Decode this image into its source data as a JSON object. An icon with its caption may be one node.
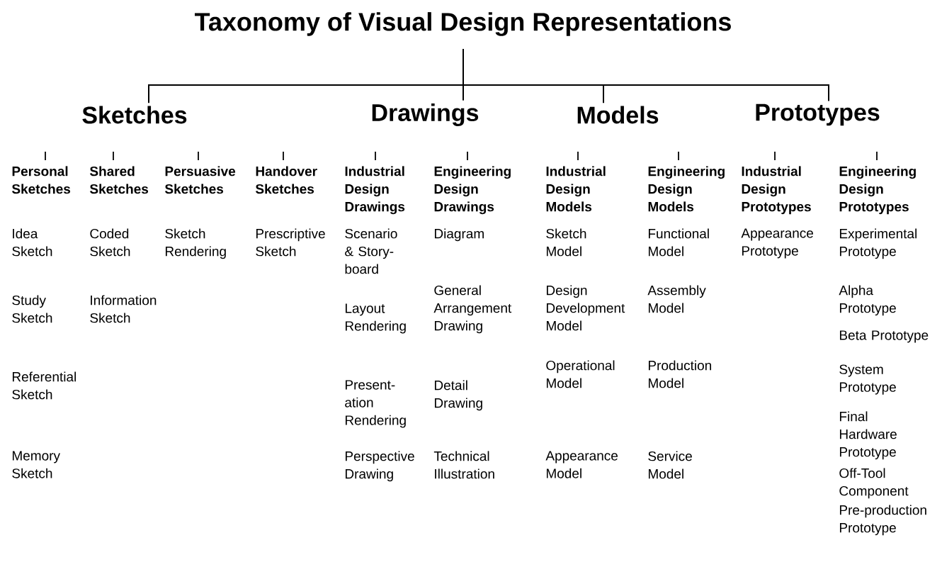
{
  "diagram": {
    "nodes": [
      {
        "text": [
          "Taxonomy of Visual Design Representations"
        ]
      },
      {
        "text": [
          "Sketches"
        ]
      },
      {
        "text": [
          "Drawings"
        ]
      },
      {
        "text": [
          "Models"
        ]
      },
      {
        "text": [
          "Prototypes"
        ]
      },
      {
        "text": [
          "Personal Sketches",
          "Idea Sketch",
          "Study Sketch",
          "Referential Sketch",
          "Memory Sketch"
        ]
      },
      {
        "text": [
          "Shared Sketches",
          "Coded Sketch",
          "Information Sketch"
        ]
      },
      {
        "text": [
          "Persuasive Sketches",
          "Sketch Rendering"
        ]
      },
      {
        "text": [
          "Handover Sketches",
          "Prescriptive Sketch"
        ]
      },
      {
        "text": [
          "Industrial Design Drawings",
          "Scenario & Story-board",
          "Layout Rendering",
          "Present-ation Rendering",
          "Perspective Drawing"
        ]
      },
      {
        "text": [
          "Engineering Design Drawings",
          "Diagram",
          "General Arrangement Drawing",
          "Detail Drawing",
          "Technical Illustration"
        ]
      },
      {
        "text": [
          "Industrial Design Models",
          "Sketch Model",
          "Design Development Model",
          "Operational Model",
          "Appearance Model"
        ]
      },
      {
        "text": [
          "Engineering Design Models",
          "Functional Model",
          "Assembly Model",
          "Production Model",
          "Service Model"
        ]
      },
      {
        "text": [
          "Industrial Design Prototypes",
          "Appearance Prototype"
        ]
      },
      {
        "text": [
          "Engineering Design Prototypes",
          "Experimental Prototype",
          "Alpha Prototype",
          "Beta Prototype",
          "System Prototype",
          "Final Hardware Prototype",
          "Off-Tool Component",
          "Pre-production Prototype"
        ]
      }
    ],
    "edges": [
      {
        "from": 0,
        "to": 1,
        "arrow": "none"
      },
      {
        "from": 0,
        "to": 2,
        "arrow": "none"
      },
      {
        "from": 0,
        "to": 3,
        "arrow": "none"
      },
      {
        "from": 0,
        "to": 4,
        "arrow": "none"
      }
    ]
  }
}
